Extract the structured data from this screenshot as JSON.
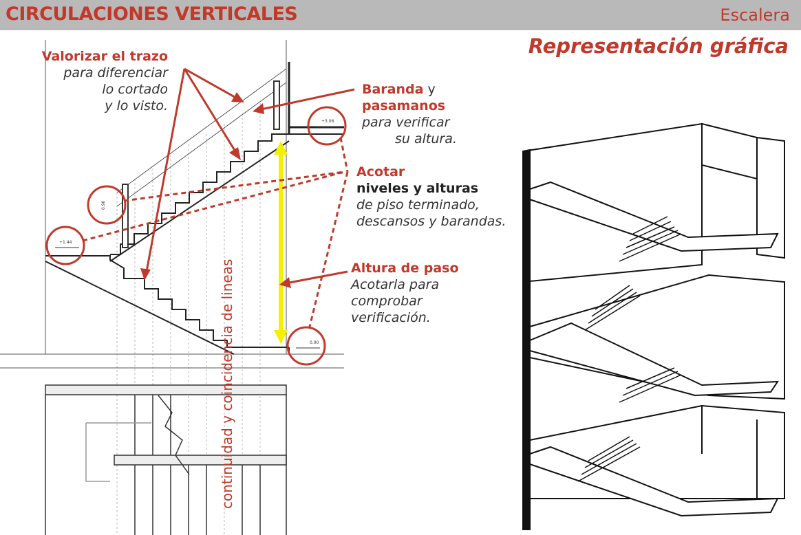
{
  "header": {
    "title": "CIRCULACIONES VERTICALES",
    "section": "Escalera",
    "subtitle": "Representación gráfica"
  },
  "annotations": {
    "valorizar": {
      "lead": "Valorizar el trazo",
      "l1": "para diferenciar",
      "l2": "lo cortado",
      "l3": "y lo visto."
    },
    "baranda": {
      "lead1": "Baranda",
      "lead1b": "y",
      "lead2": "pasamanos",
      "l1": "para verificar",
      "l2": "su altura."
    },
    "acotar": {
      "lead": "Acotar",
      "bold": "niveles y alturas",
      "l1": "de piso terminado,",
      "l2": "descansos y barandas."
    },
    "altura": {
      "lead": "Altura de paso",
      "l1": "Acotarla para",
      "l2": "comprobar",
      "l3": "verificación."
    },
    "vertical": "continuidad y coincidencia de lineas"
  },
  "levels": {
    "top": "+3.06",
    "mid": "+1.44",
    "bottom": "0.00",
    "rail": "0.90"
  },
  "colors": {
    "accent": "#c0392b",
    "highlight": "#f3f000",
    "header_bg": "#b9b9b9",
    "ink": "#111111"
  }
}
